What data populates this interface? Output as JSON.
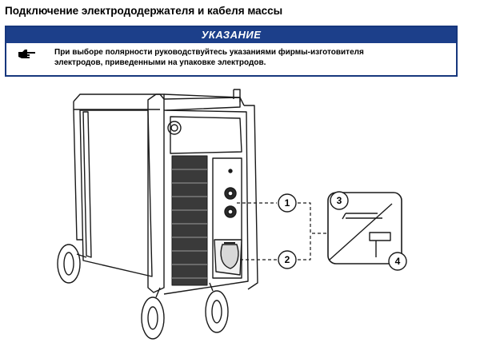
{
  "document": {
    "title": "Подключение электрододержателя и кабеля массы"
  },
  "notice": {
    "header": "УКАЗАНИЕ",
    "icon": "pointing-hand-icon",
    "line1": "При выборе полярности руководствуйтесь указаниями фирмы-изготовителя",
    "line2": "электродов, приведенными на упаковке электродов."
  },
  "illustration": {
    "callouts": [
      "1",
      "2",
      "3",
      "4"
    ]
  }
}
